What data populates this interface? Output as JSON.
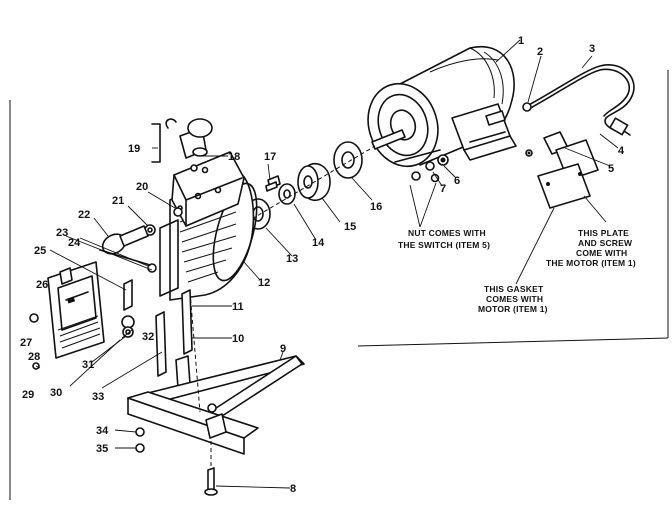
{
  "callouts": {
    "c1": "1",
    "c2": "2",
    "c3": "3",
    "c4": "4",
    "c5": "5",
    "c6": "6",
    "c7": "7",
    "c8": "8",
    "c9": "9",
    "c10": "10",
    "c11": "11",
    "c12": "12",
    "c13": "13",
    "c14": "14",
    "c15": "15",
    "c16": "16",
    "c17": "17",
    "c18": "18",
    "c19": "19",
    "c20": "20",
    "c21": "21",
    "c22": "22",
    "c23": "23",
    "c24": "24",
    "c25": "25",
    "c26": "26",
    "c27": "27",
    "c28": "28",
    "c29": "29",
    "c30": "30",
    "c31": "31",
    "c32": "32",
    "c33": "33",
    "c34": "34",
    "c35": "35"
  },
  "notes": {
    "nut_line1": "NUT COMES WITH",
    "nut_line2": "THE SWITCH (ITEM 5)",
    "plate_line1": "THIS PLATE",
    "plate_line2": "AND SCREW",
    "plate_line3": "COME WITH",
    "plate_line4": "THE MOTOR (ITEM 1)",
    "gasket_line1": "THIS GASKET",
    "gasket_line2": "COMES WITH",
    "gasket_line3": "MOTOR (ITEM 1)"
  }
}
